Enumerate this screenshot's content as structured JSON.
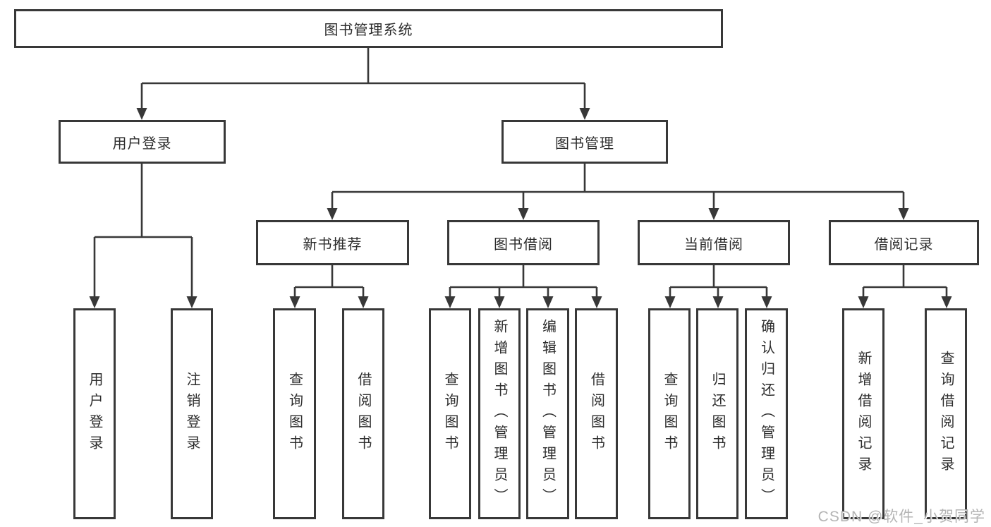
{
  "tree": {
    "root": {
      "label": "图书管理系统"
    },
    "branches": [
      {
        "label": "用户登录",
        "children": [
          {
            "label": "用户登录"
          },
          {
            "label": "注销登录"
          }
        ]
      },
      {
        "label": "图书管理",
        "sections": [
          {
            "label": "新书推荐",
            "children": [
              {
                "label": "查询图书"
              },
              {
                "label": "借阅图书"
              }
            ]
          },
          {
            "label": "图书借阅",
            "children": [
              {
                "label": "查询图书"
              },
              {
                "label": "新增图书（管理员）"
              },
              {
                "label": "编辑图书（管理员）"
              },
              {
                "label": "借阅图书"
              }
            ]
          },
          {
            "label": "当前借阅",
            "children": [
              {
                "label": "查询图书"
              },
              {
                "label": "归还图书"
              },
              {
                "label": "确认归还（管理员）"
              }
            ]
          },
          {
            "label": "借阅记录",
            "children": [
              {
                "label": "新增借阅记录"
              },
              {
                "label": "查询借阅记录"
              }
            ]
          }
        ]
      }
    ]
  },
  "watermark": "CSDN @软件_小贺同学",
  "colors": {
    "line": "#383838",
    "text": "#2d2d2d",
    "background": "#ffffff",
    "watermark": "#b4b4b4"
  }
}
